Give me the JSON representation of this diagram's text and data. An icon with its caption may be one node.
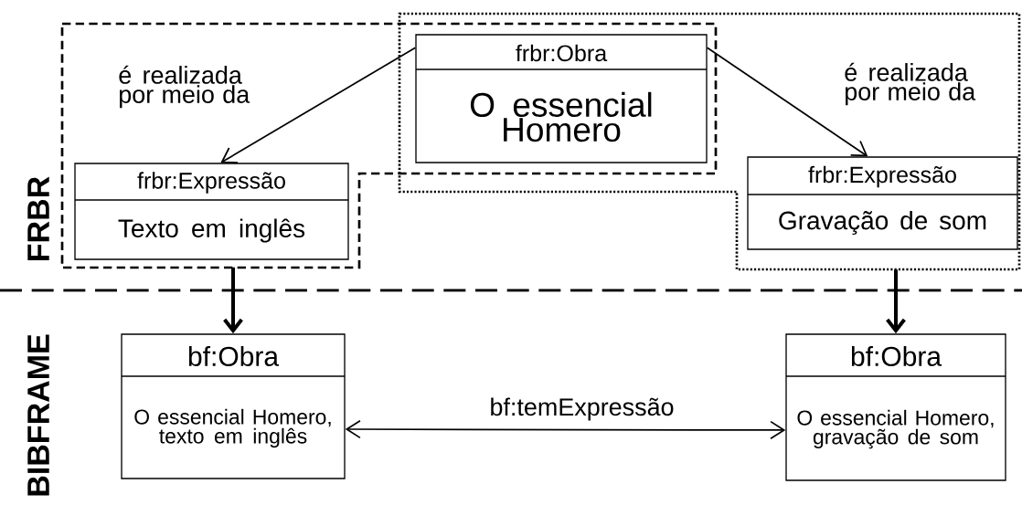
{
  "diagram": {
    "nodes": [
      {
        "text": [],
        "shape": "box"
      },
      {
        "text": [],
        "shape": "box"
      },
      {
        "text": [
          "frbr:Obra",
          "O essencial Homero"
        ]
      },
      {
        "text": [
          "frbr:Expressão",
          "Texto em inglês"
        ],
        "in": 0
      },
      {
        "text": [
          "frbr:Expressão",
          "Gravação de som"
        ],
        "in": 1
      },
      {
        "text": [
          "bf:Obra",
          "O essencial Homero, texto em inglês"
        ]
      },
      {
        "text": [
          "bf:Obra",
          "O essencial Homero, gravação de som"
        ]
      }
    ],
    "edges": [
      {
        "from": 2,
        "to": 3,
        "arrow": "to",
        "label": "é realizada por meio da"
      },
      {
        "from": 2,
        "to": 4,
        "arrow": "to",
        "label": "é realizada por meio da"
      },
      {
        "from": 0,
        "to": 5,
        "arrow": "to",
        "style": "thick"
      },
      {
        "from": 1,
        "to": 6,
        "arrow": "to",
        "style": "thick"
      },
      {
        "from": 5,
        "to": 6,
        "arrow": "both",
        "label": "bf:temExpressão"
      }
    ],
    "labels": [
      "FRBR",
      "BIBFRAME"
    ]
  }
}
